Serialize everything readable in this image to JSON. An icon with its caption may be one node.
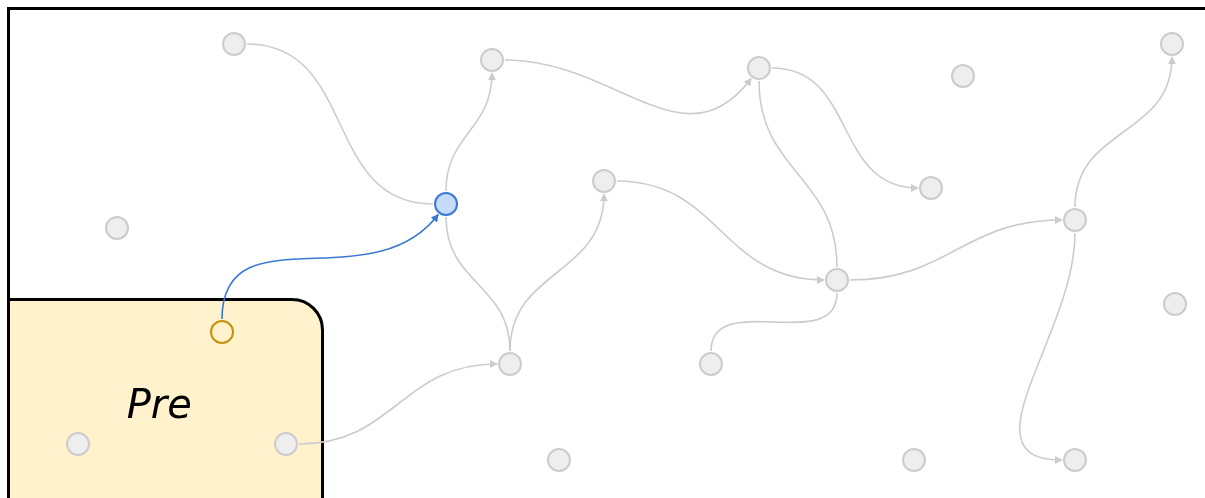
{
  "diagram": {
    "nodes": [
      {
        "text": [],
        "shape": "box"
      },
      {
        "text": [
          "Pre"
        ],
        "in": 0
      },
      {
        "text": [],
        "shape": "circle",
        "in": 1
      },
      {
        "text": [],
        "shape": "circle",
        "in": 1
      },
      {
        "text": [],
        "shape": "circle",
        "in": 1
      },
      {
        "text": [],
        "shape": "circle",
        "in": 0
      },
      {
        "text": [],
        "shape": "circle",
        "in": 0
      },
      {
        "text": [],
        "shape": "circle",
        "in": 0
      },
      {
        "text": [],
        "shape": "circle",
        "in": 0
      },
      {
        "text": [],
        "shape": "circle",
        "in": 0
      },
      {
        "text": [],
        "shape": "circle",
        "in": 0
      },
      {
        "text": [],
        "shape": "circle",
        "in": 0
      },
      {
        "text": [],
        "shape": "circle",
        "in": 0
      },
      {
        "text": [],
        "shape": "circle",
        "in": 0
      },
      {
        "text": [],
        "shape": "circle",
        "in": 0
      },
      {
        "text": [],
        "shape": "circle",
        "in": 0
      },
      {
        "text": [],
        "shape": "circle",
        "in": 0
      },
      {
        "text": [],
        "shape": "circle",
        "in": 0
      },
      {
        "text": [],
        "shape": "circle",
        "in": 0
      },
      {
        "text": [],
        "shape": "circle",
        "in": 0
      },
      {
        "text": [],
        "shape": "circle",
        "in": 0
      },
      {
        "text": [],
        "shape": "circle",
        "in": 0
      }
    ],
    "edges": [
      {
        "from": 5,
        "to": 12,
        "arrow": "none"
      },
      {
        "from": 12,
        "to": 7,
        "arrow": "to"
      },
      {
        "from": 12,
        "to": 17,
        "arrow": "none"
      },
      {
        "from": 17,
        "to": 10,
        "arrow": "to"
      },
      {
        "from": 7,
        "to": 8,
        "arrow": "to"
      },
      {
        "from": 8,
        "to": 11,
        "arrow": "to"
      },
      {
        "from": 8,
        "to": 15,
        "arrow": "none"
      },
      {
        "from": 10,
        "to": 15,
        "arrow": "to"
      },
      {
        "from": 18,
        "to": 15,
        "arrow": "none"
      },
      {
        "from": 15,
        "to": 13,
        "arrow": "to"
      },
      {
        "from": 13,
        "to": 6,
        "arrow": "to"
      },
      {
        "from": 13,
        "to": 21,
        "arrow": "to"
      },
      {
        "from": 2,
        "to": 12,
        "arrow": "to",
        "color": "#3a78d6"
      },
      {
        "from": 4,
        "to": 17,
        "arrow": "to"
      }
    ]
  }
}
